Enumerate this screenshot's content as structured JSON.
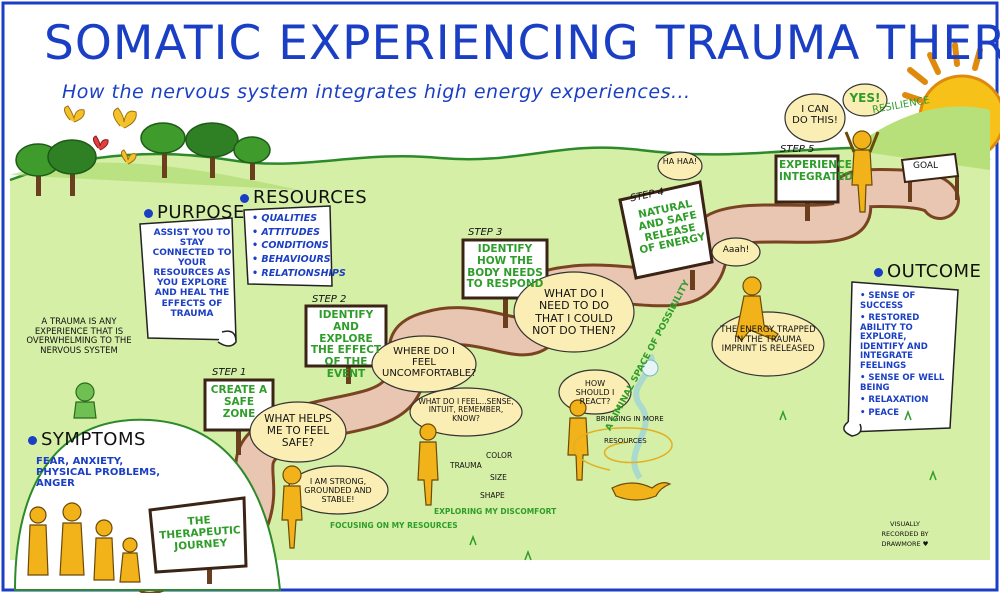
{
  "title": "SOMATIC EXPERIENCING TRAUMA THERAPY",
  "subtitle": "How the nervous system integrates high energy experiences...",
  "purpose": {
    "header": "PURPOSE",
    "text": "ASSIST YOU TO STAY CONNECTED TO YOUR RESOURCES AS YOU EXPLORE AND HEAL THE EFFECTS OF TRAUMA"
  },
  "resources": {
    "header": "RESOURCES",
    "items": [
      "• QUALITIES",
      "• ATTITUDES",
      "• CONDITIONS",
      "• BEHAVIOURS",
      "• RELATIONSHIPS"
    ]
  },
  "trauma_definition": "A TRAUMA IS ANY EXPERIENCE THAT IS OVERWHELMING TO THE NERVOUS SYSTEM",
  "symptoms": {
    "header": "SYMPTOMS",
    "text": "FEAR, ANXIETY, PHYSICAL PROBLEMS, ANGER"
  },
  "journey_sign": "THE THERAPEUTIC JOURNEY",
  "steps": [
    {
      "label": "STEP 1",
      "text": "CREATE A SAFE ZONE"
    },
    {
      "label": "STEP 2",
      "text": "IDENTIFY AND EXPLORE THE EFFECT OF THE EVENT"
    },
    {
      "label": "STEP 3",
      "text": "IDENTIFY HOW THE BODY NEEDS TO RESPOND"
    },
    {
      "label": "STEP 4",
      "text": "NATURAL AND SAFE RELEASE OF ENERGY"
    },
    {
      "label": "STEP 5",
      "text": "EXPERIENCE INTEGRATED"
    }
  ],
  "bubbles": {
    "what_helps": "WHAT HELPS ME TO FEEL SAFE?",
    "strong": "I AM STRONG, GROUNDED AND STABLE!",
    "where": "WHERE DO I FEEL UNCOMFORTABLE?",
    "what_do_i_feel": "WHAT DO I FEEL...SENSE, INTUIT, REMEMBER, KNOW?",
    "what_need": "WHAT DO I NEED TO DO THAT I COULD NOT DO THEN?",
    "how_react": "HOW SHOULD I REACT?",
    "haha": "HA HAA!",
    "aaah": "Aaah!",
    "energy": "THE ENERGY TRAPPED IN THE TRAUMA IMPRINT IS RELEASED",
    "i_can": "I CAN DO THIS!",
    "yes": "YES!"
  },
  "annotations": {
    "focusing": "FOCUSING ON MY RESOURCES",
    "exploring": "EXPLORING MY DISCOMFORT",
    "trauma": "TRAUMA",
    "color": "COLOR",
    "size": "SIZE",
    "shape": "SHAPE",
    "bringing": "BRINGING IN MORE",
    "resources_lbl": "RESOURCES",
    "liminal": "A LIMINAL SPACE OF POSSIBILITY",
    "resilience": "RESILIENCE",
    "goal": "GOAL"
  },
  "outcome": {
    "header": "OUTCOME",
    "items": [
      "• SENSE OF SUCCESS",
      "• RESTORED ABILITY TO EXPLORE, IDENTIFY AND INTEGRATE FEELINGS",
      "• SENSE OF WELL BEING",
      "• RELAXATION",
      "• PEACE"
    ]
  },
  "credit": "VISUALLY RECORDED BY DRAWMORE ♥"
}
